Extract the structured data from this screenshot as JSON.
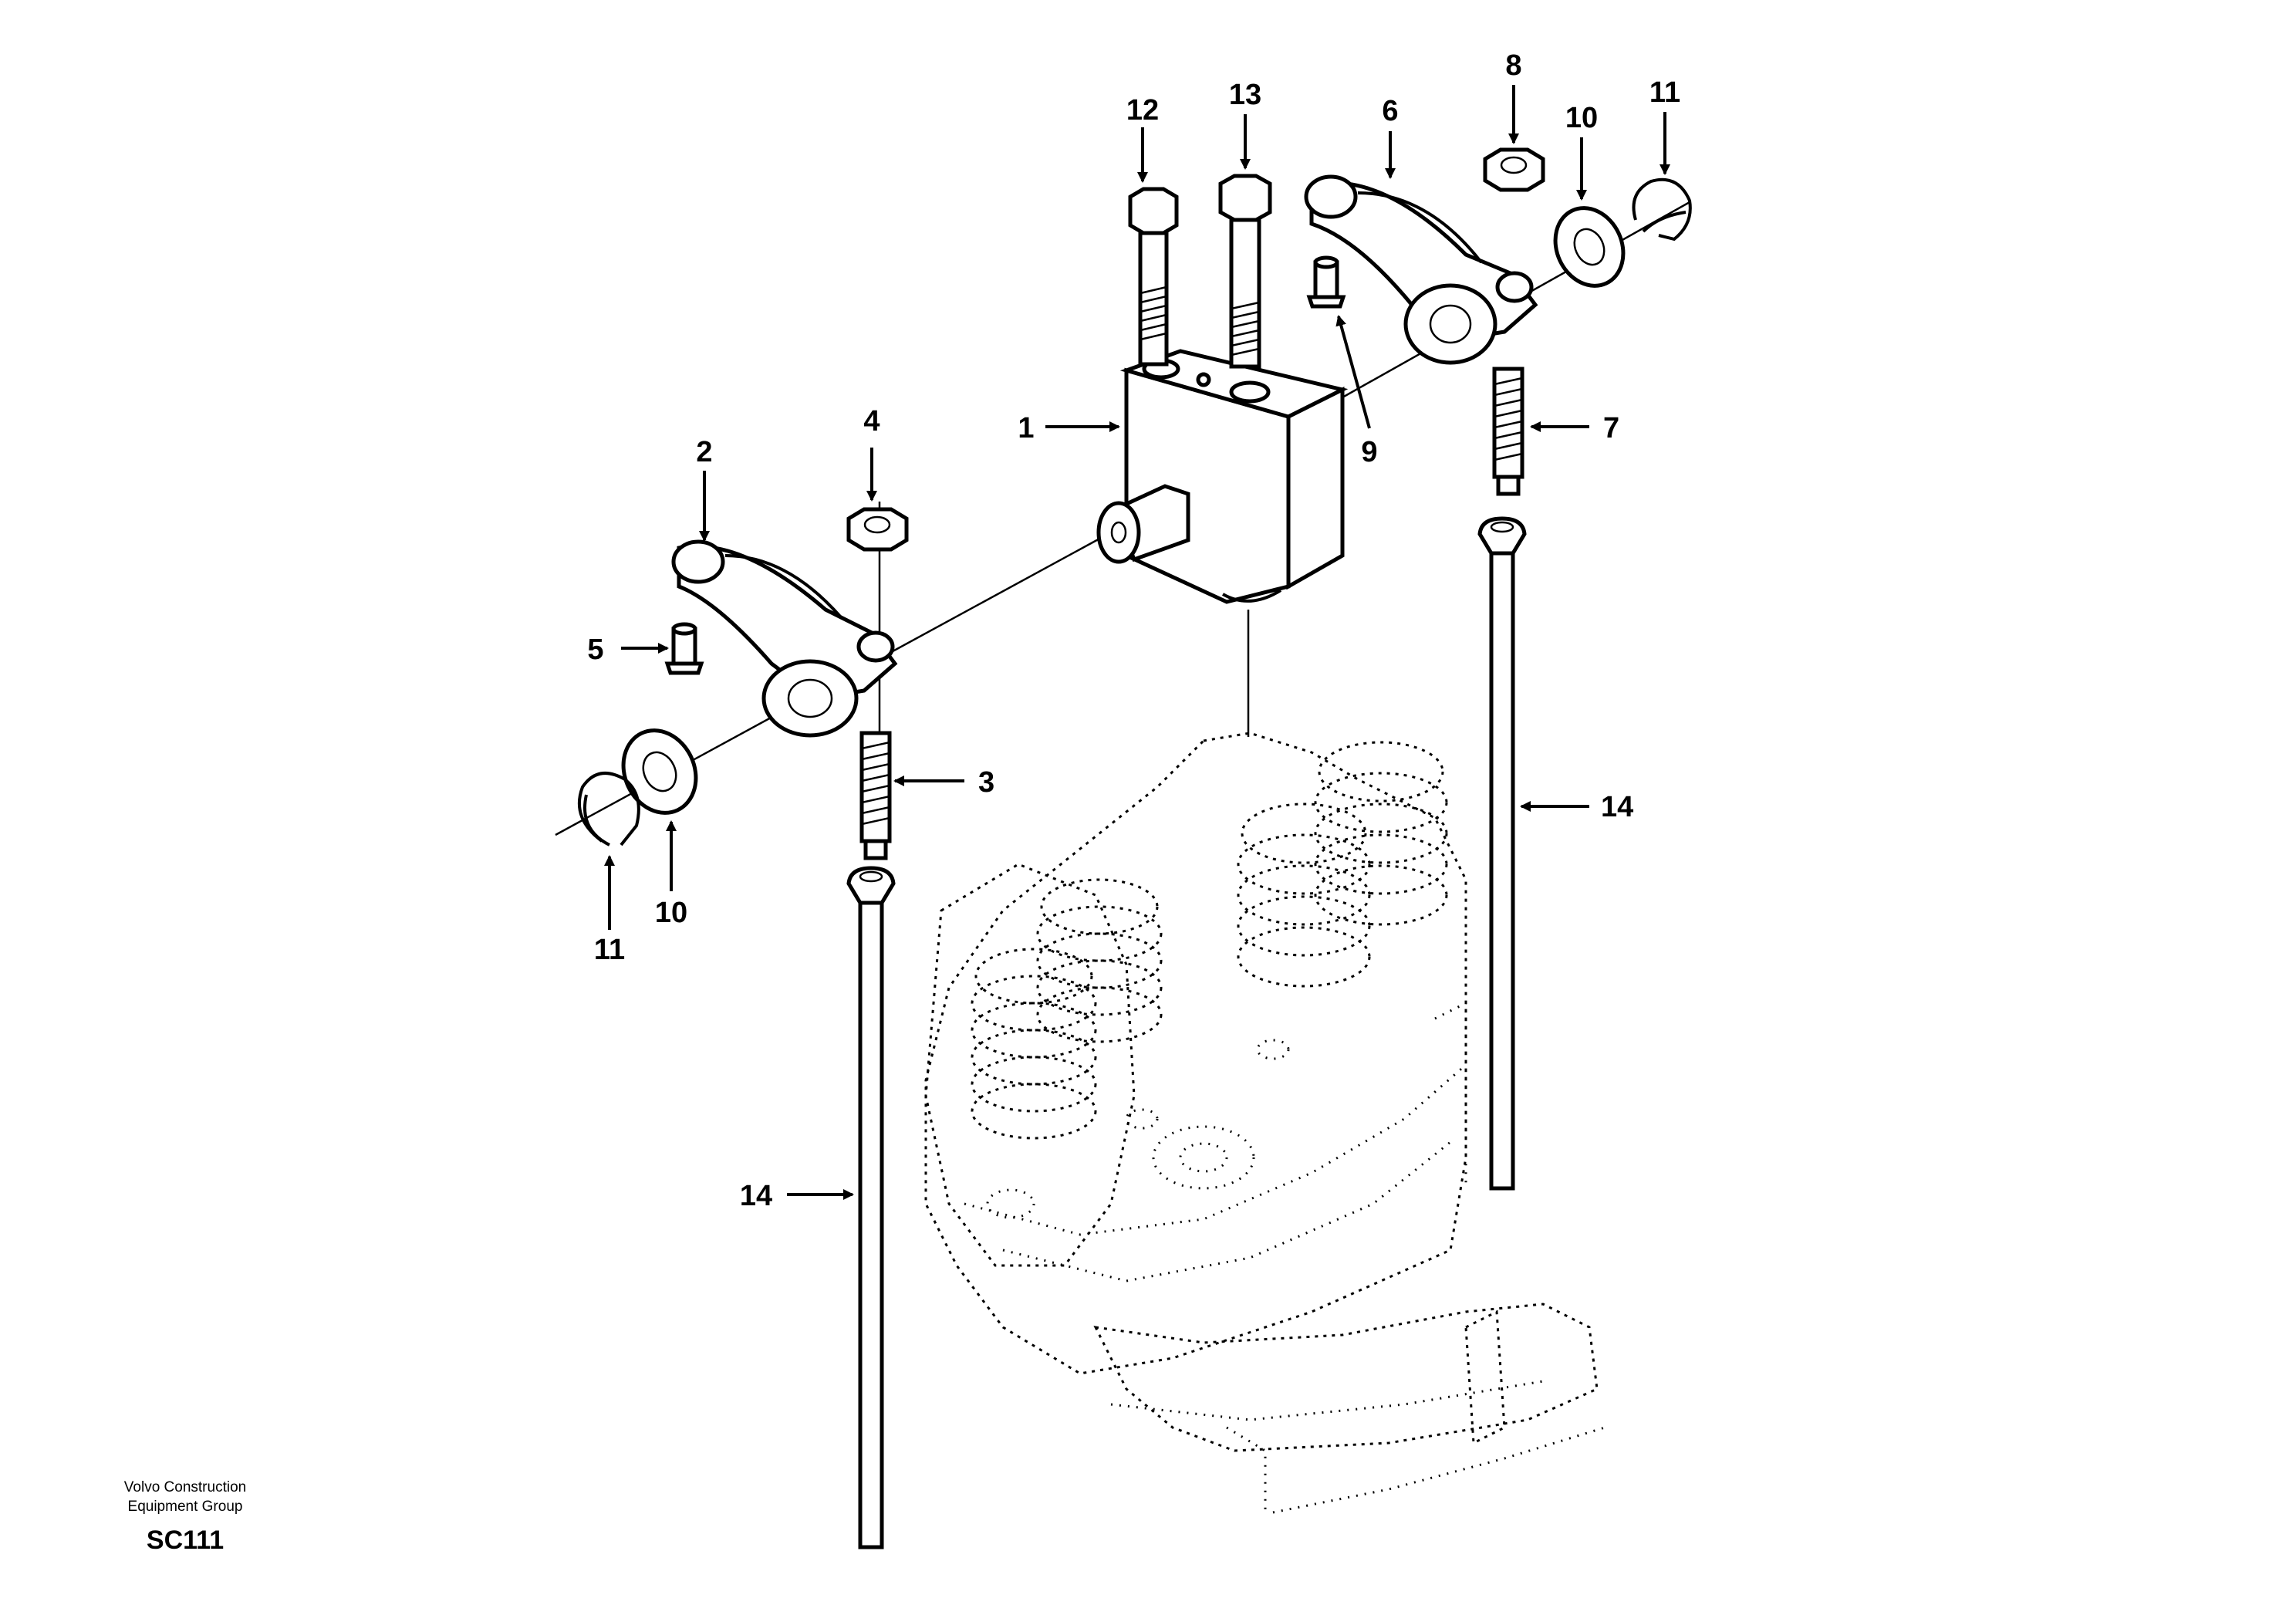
{
  "callouts": {
    "c1": "1",
    "c2": "2",
    "c3": "3",
    "c4": "4",
    "c5": "5",
    "c6": "6",
    "c7": "7",
    "c8": "8",
    "c9": "9",
    "c10a": "10",
    "c10b": "10",
    "c11a": "11",
    "c11b": "11",
    "c12": "12",
    "c13": "13",
    "c14a": "14",
    "c14b": "14"
  },
  "credit": {
    "line1": "Volvo Construction",
    "line2": "Equipment Group",
    "code": "SC111"
  }
}
